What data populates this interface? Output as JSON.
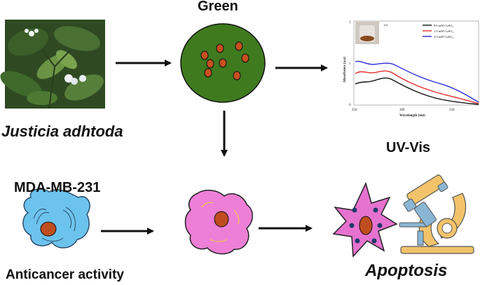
{
  "labels": {
    "green": "Green",
    "plant": "Justicia adhtoda",
    "uvvis": "UV-Vis",
    "cell_line": "MDA-MB-231",
    "anticancer": "Anticancer activity",
    "apoptosis": "Apoptosis"
  },
  "inset_chart": {
    "panel_label": "(a)",
    "xlabel": "Wavelength (nm)",
    "ylabel": "Absorbance (a.u)",
    "legend": [
      "0.6 mM CuSO₄",
      "1.0 mM CuSO₄",
      "2.0 mM CuSO₄"
    ],
    "colors": {
      "black": "#111111",
      "red": "#e53030",
      "blue": "#2a2ad6"
    },
    "x_ticks": [
      "250",
      "300",
      "350"
    ],
    "y_ticks": [
      "0",
      "1",
      "2"
    ]
  },
  "colors": {
    "green_circle": "#3f7a1f",
    "nanoparticle": "#c8501e",
    "cancer_cell": "#6cc3ee",
    "treated_cell": "#ee7fd6",
    "apoptotic_cell": "#e672cf",
    "nucleus": "#c04d1f",
    "microscope_body": "#f2c36a",
    "microscope_blue": "#8ab6d4"
  }
}
